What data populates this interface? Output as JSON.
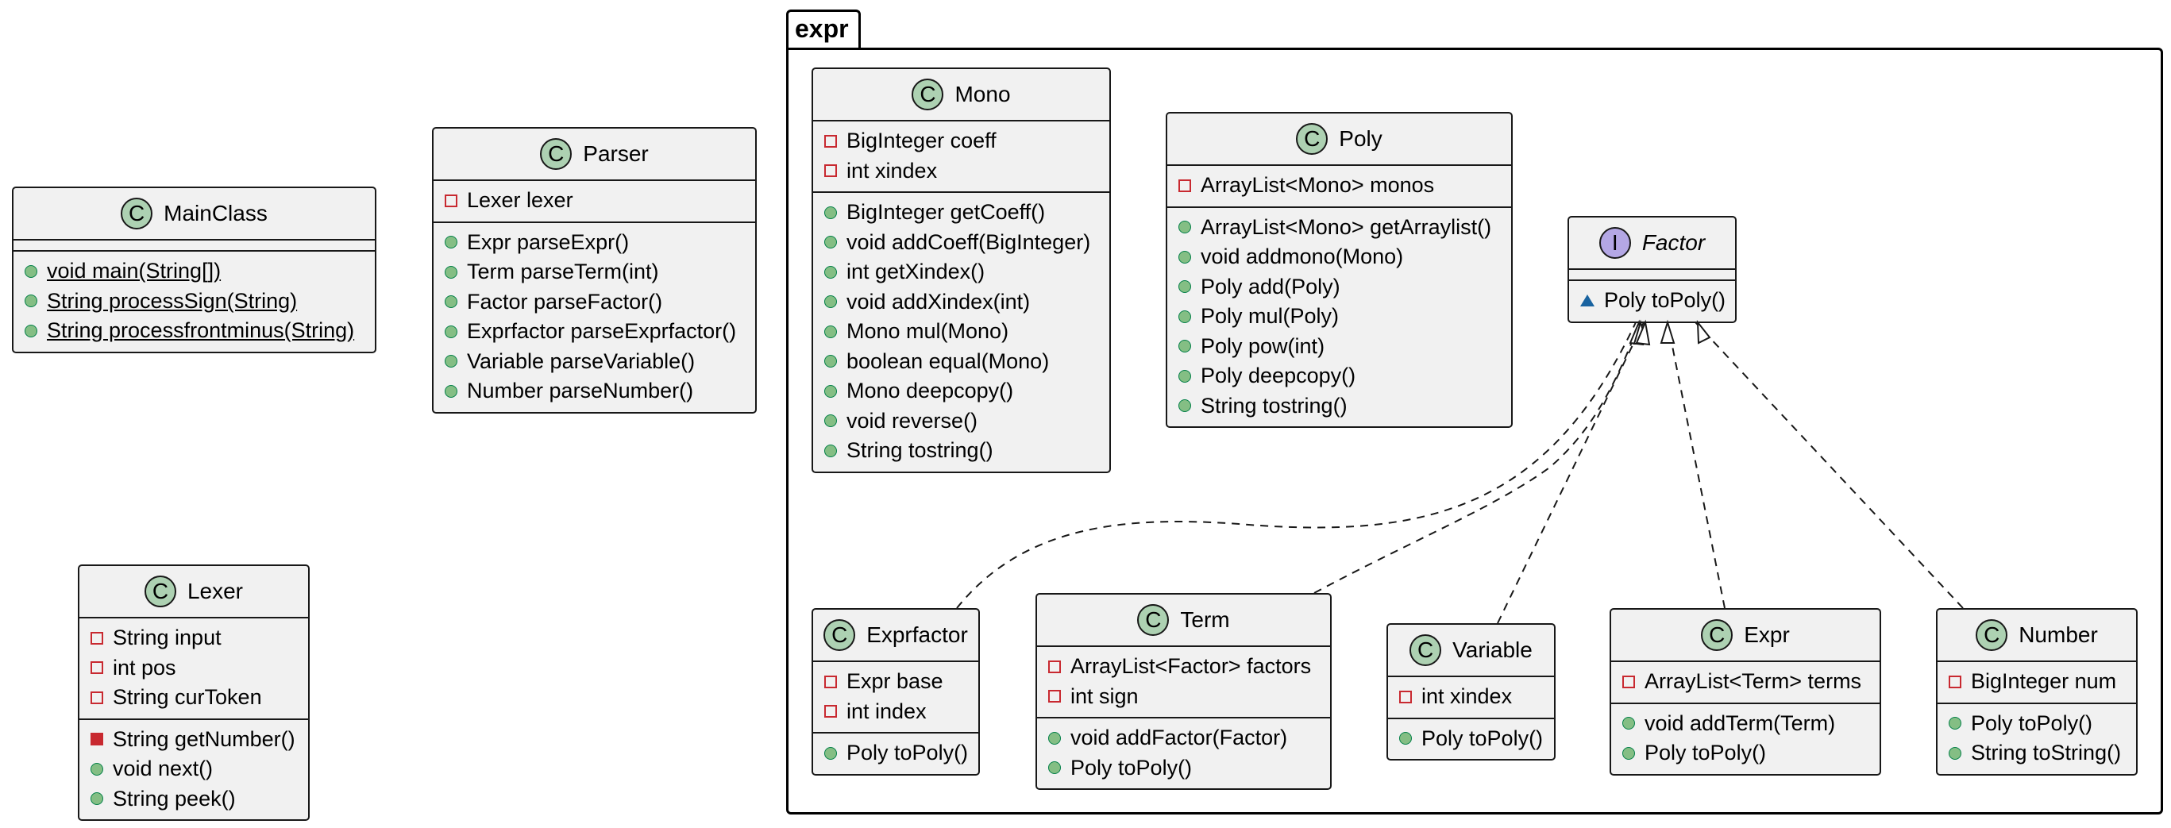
{
  "package": {
    "name": "expr"
  },
  "classes": {
    "mainclass": {
      "name": "MainClass",
      "stereotype": "C",
      "kind": "class",
      "fields": [],
      "methods": [
        {
          "vis": "public",
          "text": "void main(String[])",
          "static": true
        },
        {
          "vis": "public",
          "text": "String processSign(String)",
          "static": true
        },
        {
          "vis": "public",
          "text": "String processfrontminus(String)",
          "static": true
        }
      ]
    },
    "parser": {
      "name": "Parser",
      "stereotype": "C",
      "kind": "class",
      "fields": [
        {
          "vis": "private",
          "text": "Lexer lexer"
        }
      ],
      "methods": [
        {
          "vis": "public",
          "text": "Expr parseExpr()"
        },
        {
          "vis": "public",
          "text": "Term parseTerm(int)"
        },
        {
          "vis": "public",
          "text": "Factor parseFactor()"
        },
        {
          "vis": "public",
          "text": "Exprfactor parseExprfactor()"
        },
        {
          "vis": "public",
          "text": "Variable parseVariable()"
        },
        {
          "vis": "public",
          "text": "Number parseNumber()"
        }
      ]
    },
    "lexer": {
      "name": "Lexer",
      "stereotype": "C",
      "kind": "class",
      "fields": [
        {
          "vis": "private",
          "text": "String input"
        },
        {
          "vis": "private",
          "text": "int pos"
        },
        {
          "vis": "private",
          "text": "String curToken"
        }
      ],
      "methods": [
        {
          "vis": "private-method",
          "text": "String getNumber()"
        },
        {
          "vis": "public",
          "text": "void next()"
        },
        {
          "vis": "public",
          "text": "String peek()"
        }
      ]
    },
    "mono": {
      "name": "Mono",
      "stereotype": "C",
      "kind": "class",
      "fields": [
        {
          "vis": "private",
          "text": "BigInteger coeff"
        },
        {
          "vis": "private",
          "text": "int xindex"
        }
      ],
      "methods": [
        {
          "vis": "public",
          "text": "BigInteger getCoeff()"
        },
        {
          "vis": "public",
          "text": "void addCoeff(BigInteger)"
        },
        {
          "vis": "public",
          "text": "int getXindex()"
        },
        {
          "vis": "public",
          "text": "void addXindex(int)"
        },
        {
          "vis": "public",
          "text": "Mono mul(Mono)"
        },
        {
          "vis": "public",
          "text": "boolean equal(Mono)"
        },
        {
          "vis": "public",
          "text": "Mono deepcopy()"
        },
        {
          "vis": "public",
          "text": "void reverse()"
        },
        {
          "vis": "public",
          "text": "String tostring()"
        }
      ]
    },
    "poly": {
      "name": "Poly",
      "stereotype": "C",
      "kind": "class",
      "fields": [
        {
          "vis": "private",
          "text": "ArrayList<Mono> monos"
        }
      ],
      "methods": [
        {
          "vis": "public",
          "text": "ArrayList<Mono> getArraylist()"
        },
        {
          "vis": "public",
          "text": "void addmono(Mono)"
        },
        {
          "vis": "public",
          "text": "Poly add(Poly)"
        },
        {
          "vis": "public",
          "text": "Poly mul(Poly)"
        },
        {
          "vis": "public",
          "text": "Poly pow(int)"
        },
        {
          "vis": "public",
          "text": "Poly deepcopy()"
        },
        {
          "vis": "public",
          "text": "String tostring()"
        }
      ]
    },
    "factor": {
      "name": "Factor",
      "stereotype": "I",
      "kind": "interface",
      "fields": [],
      "methods": [
        {
          "vis": "package",
          "text": "Poly toPoly()"
        }
      ]
    },
    "exprfactor": {
      "name": "Exprfactor",
      "stereotype": "C",
      "kind": "class",
      "fields": [
        {
          "vis": "private",
          "text": "Expr base"
        },
        {
          "vis": "private",
          "text": "int index"
        }
      ],
      "methods": [
        {
          "vis": "public",
          "text": "Poly toPoly()"
        }
      ]
    },
    "term": {
      "name": "Term",
      "stereotype": "C",
      "kind": "class",
      "fields": [
        {
          "vis": "private",
          "text": "ArrayList<Factor> factors"
        },
        {
          "vis": "private",
          "text": "int sign"
        }
      ],
      "methods": [
        {
          "vis": "public",
          "text": "void addFactor(Factor)"
        },
        {
          "vis": "public",
          "text": "Poly toPoly()"
        }
      ]
    },
    "variable": {
      "name": "Variable",
      "stereotype": "C",
      "kind": "class",
      "fields": [
        {
          "vis": "private",
          "text": "int xindex"
        }
      ],
      "methods": [
        {
          "vis": "public",
          "text": "Poly toPoly()"
        }
      ]
    },
    "expr": {
      "name": "Expr",
      "stereotype": "C",
      "kind": "class",
      "fields": [
        {
          "vis": "private",
          "text": "ArrayList<Term> terms"
        }
      ],
      "methods": [
        {
          "vis": "public",
          "text": "void addTerm(Term)"
        },
        {
          "vis": "public",
          "text": "Poly toPoly()"
        }
      ]
    },
    "number": {
      "name": "Number",
      "stereotype": "C",
      "kind": "class",
      "fields": [
        {
          "vis": "private",
          "text": "BigInteger num"
        }
      ],
      "methods": [
        {
          "vis": "public",
          "text": "Poly toPoly()"
        },
        {
          "vis": "public",
          "text": "String toString()"
        }
      ]
    }
  },
  "relations": [
    {
      "from": "exprfactor",
      "to": "factor",
      "type": "realization"
    },
    {
      "from": "term",
      "to": "factor",
      "type": "realization"
    },
    {
      "from": "variable",
      "to": "factor",
      "type": "realization"
    },
    {
      "from": "expr",
      "to": "factor",
      "type": "realization"
    },
    {
      "from": "number",
      "to": "factor",
      "type": "realization"
    }
  ],
  "colors": {
    "class_fill": "#f1f1f1",
    "class_badge": "#add1b2",
    "interface_badge": "#b4a7e5",
    "public": "#84be84",
    "private": "#c82930",
    "package": "#1963a0",
    "line": "#181818"
  }
}
